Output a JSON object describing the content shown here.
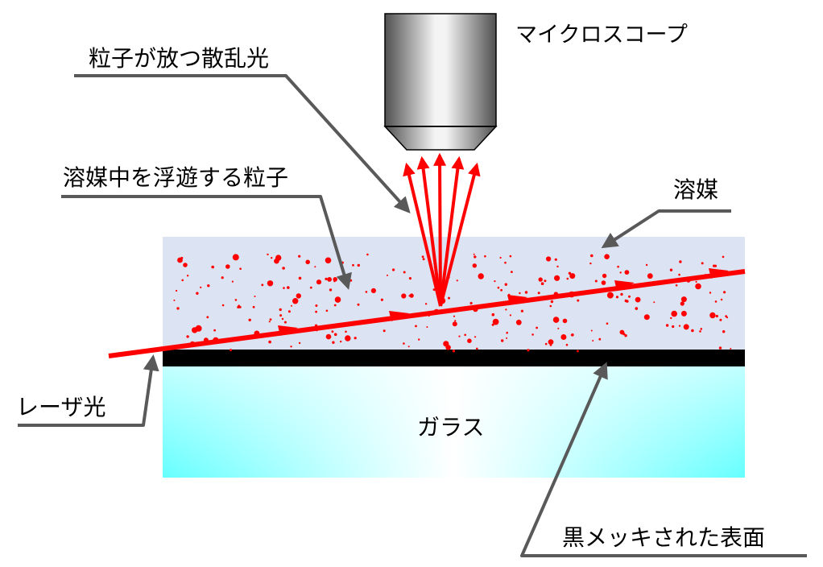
{
  "labels": {
    "microscope": "マイクロスコープ",
    "scattered_light": "粒子が放つ散乱光",
    "floating_particles": "溶媒中を浮遊する粒子",
    "solvent": "溶媒",
    "laser": "レーザ光",
    "glass": "ガラス",
    "black_surface": "黒メッキされた表面"
  },
  "colors": {
    "solvent_fill": "#dce3f2",
    "glass_edge": "#66ffff",
    "glass_center": "#ffffff",
    "black_layer": "#000000",
    "laser": "#ff0000",
    "particle": "#ff0000",
    "leader_line": "#595959",
    "microscope_dark": "#4d4d4d",
    "microscope_light": "#f2f2f2"
  }
}
